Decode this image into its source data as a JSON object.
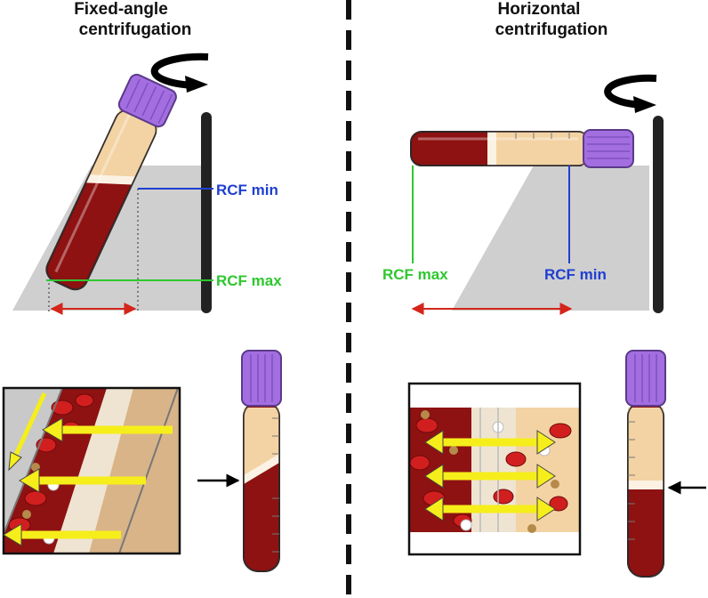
{
  "left_panel": {
    "title_line1": "Fixed-angle",
    "title_line2": "centrifugation",
    "rcf_min_label": "RCF min",
    "rcf_max_label": "RCF max"
  },
  "right_panel": {
    "title_line1": "Horizontal",
    "title_line2": "centrifugation",
    "rcf_min_label": "RCF min",
    "rcf_max_label": "RCF max"
  },
  "colors": {
    "rcf_min": "#1f3fd0",
    "rcf_max": "#2ec72e",
    "blood": "#8e1212",
    "plasma": "#f3d3a3",
    "cap": "#a36ee0",
    "distance_arrow": "#d4261b",
    "migration_arrow": "#f6ee1a",
    "platform": "#cfcfcf"
  },
  "icons": [
    "rotation-arrow-icon",
    "pointer-arrow-icon"
  ]
}
